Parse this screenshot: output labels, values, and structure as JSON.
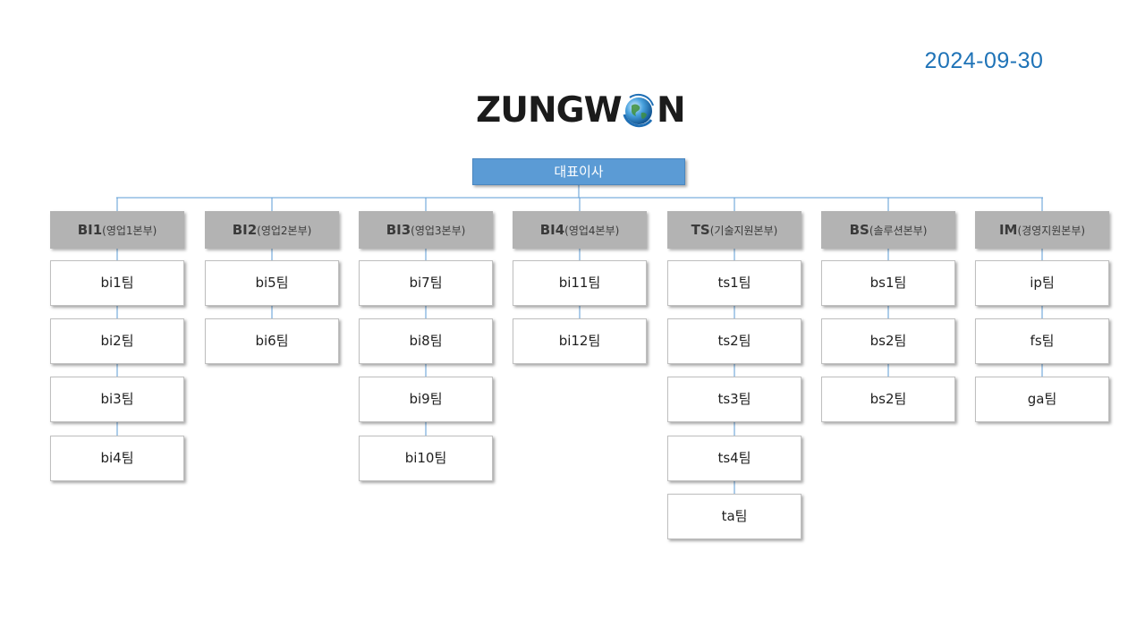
{
  "date": "2024-09-30",
  "logo": {
    "text_left": "ZUNGW",
    "text_right": "N"
  },
  "ceo": "대표이사",
  "divisions": [
    {
      "code": "BI1",
      "sub": "(영업1본부)",
      "teams": [
        "bi1팀",
        "bi2팀",
        "bi3팀",
        "bi4팀"
      ]
    },
    {
      "code": "BI2",
      "sub": "(영업2본부)",
      "teams": [
        "bi5팀",
        "bi6팀"
      ]
    },
    {
      "code": "BI3",
      "sub": "(영업3본부)",
      "teams": [
        "bi7팀",
        "bi8팀",
        "bi9팀",
        "bi10팀"
      ]
    },
    {
      "code": "BI4",
      "sub": "(영업4본부)",
      "teams": [
        "bi11팀",
        "bi12팀"
      ]
    },
    {
      "code": "TS",
      "sub": "(기술지원본부)",
      "teams": [
        "ts1팀",
        "ts2팀",
        "ts3팀",
        "ts4팀",
        "ta팀"
      ]
    },
    {
      "code": "BS",
      "sub": "(솔루션본부)",
      "teams": [
        "bs1팀",
        "bs2팀",
        "bs2팀"
      ]
    },
    {
      "code": "IM",
      "sub": "(경영지원본부)",
      "teams": [
        "ip팀",
        "fs팀",
        "ga팀"
      ]
    }
  ],
  "colors": {
    "ceo_fill": "#5b9bd5",
    "division_fill": "#b3b3b3",
    "connector": "#5b9bd5",
    "date_text": "#1f73b7"
  }
}
